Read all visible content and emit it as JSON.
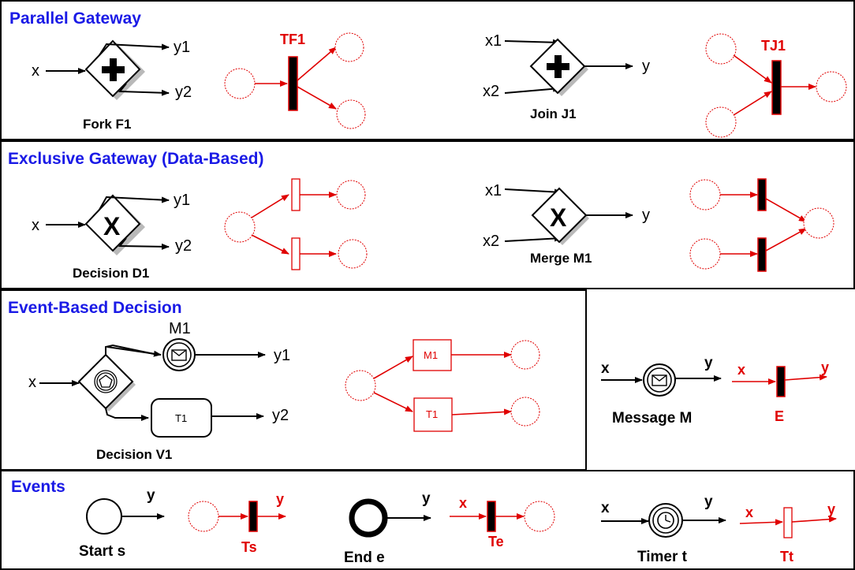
{
  "sections": {
    "parallel": "Parallel Gateway",
    "exclusive": "Exclusive Gateway (Data-Based)",
    "event_based": "Event-Based Decision",
    "events": "Events"
  },
  "parallel": {
    "fork": {
      "in": "x",
      "out1": "y1",
      "out2": "y2",
      "caption": "Fork F1"
    },
    "tf": "TF1",
    "join": {
      "in1": "x1",
      "in2": "x2",
      "out": "y",
      "caption": "Join J1"
    },
    "tj": "TJ1"
  },
  "exclusive": {
    "decision": {
      "in": "x",
      "out1": "y1",
      "out2": "y2",
      "caption": "Decision D1"
    },
    "merge": {
      "in1": "x1",
      "in2": "x2",
      "out": "y",
      "caption": "Merge M1"
    }
  },
  "event_based": {
    "in": "x",
    "msg_label": "M1",
    "timer_box": "T1",
    "out1": "y1",
    "out2": "y2",
    "caption": "Decision V1",
    "petri_m1": "M1",
    "petri_t1": "T1"
  },
  "message": {
    "in": "x",
    "out": "y",
    "caption": "Message M",
    "red_in": "x",
    "red_out": "y",
    "red_caption": "E"
  },
  "events": {
    "start": {
      "out": "y",
      "caption": "Start s",
      "red_out": "y",
      "red_caption": "Ts"
    },
    "end": {
      "out": "y",
      "caption": "End e",
      "red_in": "x",
      "red_caption": "Te"
    },
    "timer": {
      "in": "x",
      "out": "y",
      "caption": "Timer t",
      "red_in": "x",
      "red_out": "y",
      "red_caption": "Tt"
    }
  },
  "colors": {
    "title": "#1a1ae6",
    "petri": "#e00000",
    "ink": "#000000"
  }
}
